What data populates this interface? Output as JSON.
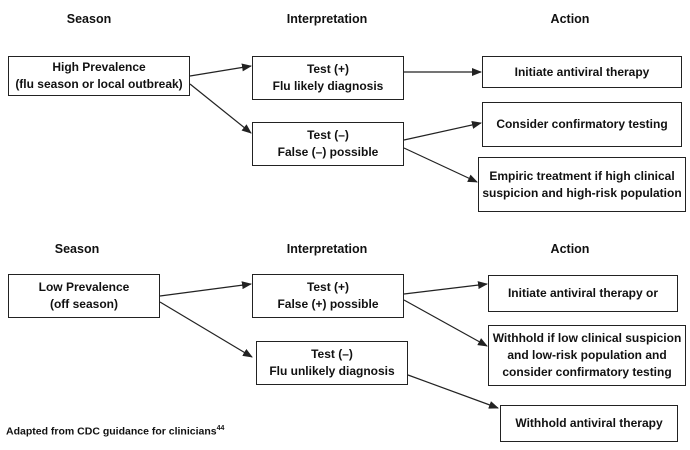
{
  "top": {
    "headers": {
      "season": "Season",
      "interpretation": "Interpretation",
      "action": "Action"
    },
    "season_box": [
      "High Prevalence",
      "(flu season or local outbreak)"
    ],
    "interp_pos": [
      "Test (+)",
      "Flu likely diagnosis"
    ],
    "interp_neg": [
      "Test (–)",
      "False (–) possible"
    ],
    "action_1": [
      "Initiate antiviral therapy"
    ],
    "action_2": [
      "Consider confirmatory testing"
    ],
    "action_3": [
      "Empiric treatment if high clinical",
      "suspicion and high-risk population"
    ]
  },
  "bottom": {
    "headers": {
      "season": "Season",
      "interpretation": "Interpretation",
      "action": "Action"
    },
    "season_box": [
      "Low Prevalence",
      "(off season)"
    ],
    "interp_pos": [
      "Test (+)",
      "False (+) possible"
    ],
    "interp_neg": [
      "Test (–)",
      "Flu unlikely diagnosis"
    ],
    "action_1": [
      "Initiate antiviral therapy or"
    ],
    "action_2": [
      "Withhold if low clinical suspicion",
      "and low-risk population and",
      "consider confirmatory testing"
    ],
    "action_3": [
      "Withhold antiviral therapy"
    ]
  },
  "footnote": {
    "text": "Adapted from CDC guidance for clinicians",
    "ref": "44"
  }
}
